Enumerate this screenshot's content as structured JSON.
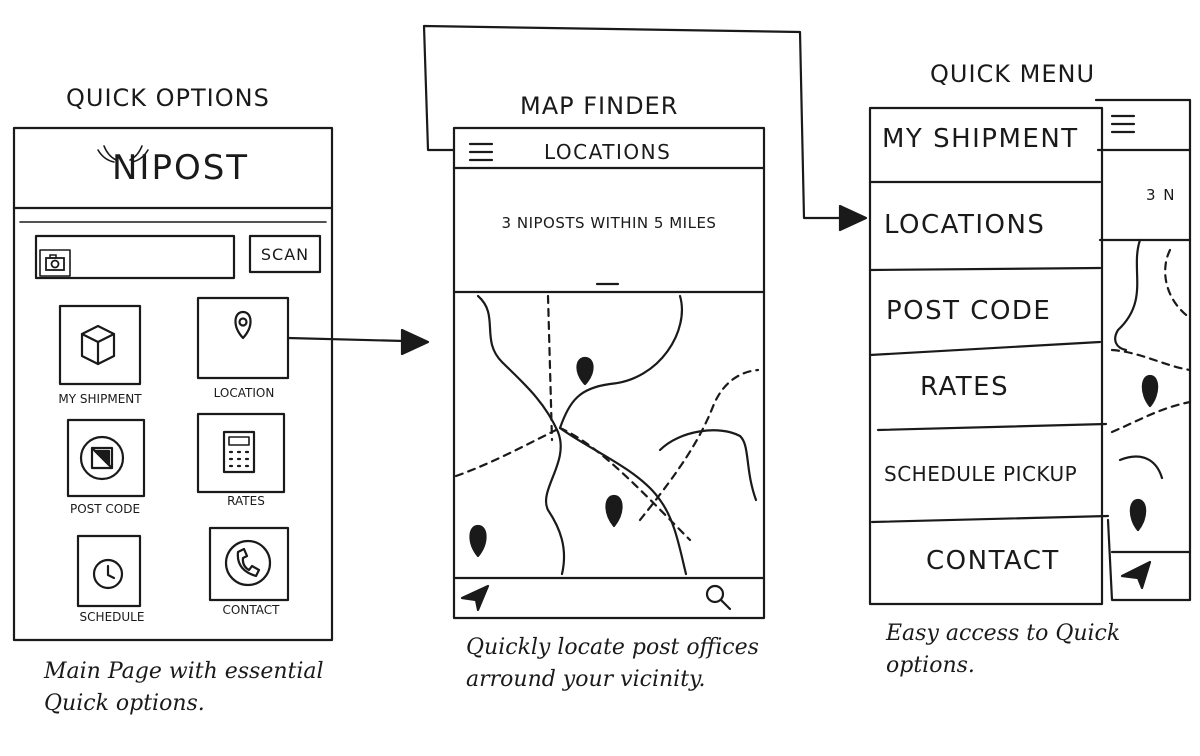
{
  "panels": {
    "quick_options": {
      "title": "Quick Options",
      "brand": "NIPOST",
      "scan_label": "SCAN",
      "tiles": [
        {
          "label": "MY SHIPMENT",
          "icon": "package-icon"
        },
        {
          "label": "LOCATION",
          "icon": "map-pin-icon"
        },
        {
          "label": "POST CODE",
          "icon": "postcode-icon"
        },
        {
          "label": "RATES",
          "icon": "calculator-icon"
        },
        {
          "label": "SCHEDULE",
          "icon": "clock-icon"
        },
        {
          "label": "CONTACT",
          "icon": "phone-icon"
        }
      ],
      "caption": "Main Page with essential Quick options."
    },
    "map_finder": {
      "title": "Map Finder",
      "header_title": "LOCATIONS",
      "summary": "3 NIPOSTS WITHIN 5 MILES",
      "caption": "Quickly locate post offices arround your vicinity."
    },
    "quick_menu": {
      "title": "Quick Menu",
      "items": [
        "MY SHIPMENT",
        "LOCATIONS",
        "POST CODE",
        "RATES",
        "SCHEDULE PICKUP",
        "CONTACT"
      ],
      "peek_text": "3 N",
      "caption": "Easy access to Quick options."
    }
  }
}
